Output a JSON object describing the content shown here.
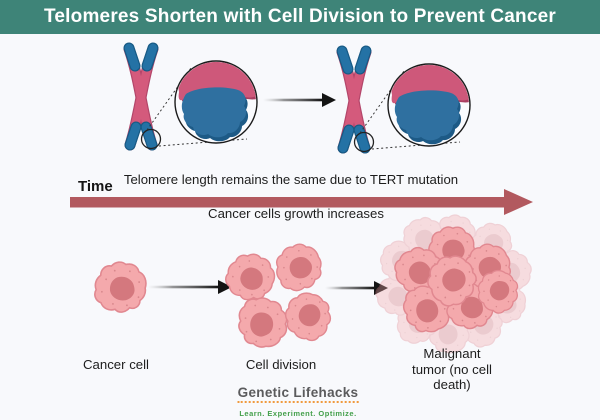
{
  "header": {
    "title": "Telomeres Shorten with Cell Division to Prevent Cancer"
  },
  "timeline": {
    "time_label": "Time",
    "caption_top": "Telomere length remains the same due to TERT mutation",
    "caption_bottom": "Cancer cells growth increases"
  },
  "stages": {
    "stage1_label": "Cancer cell",
    "stage2_label": "Cell division",
    "stage3_label": "Malignant tumor (no cell death)"
  },
  "branding": {
    "name": "Genetic Lifehacks",
    "tagline": "Learn. Experiment. Optimize."
  },
  "icons": {
    "chromosome": "chromosome-with-blue-telomere-caps",
    "magnifier": "telomere-zoom-circle",
    "arrow": "right-arrow"
  },
  "colors": {
    "banner_teal": "#3e8478",
    "time_arrow_red": "#b2595f",
    "chromosome_pink": "#d45a7c",
    "telomere_blue": "#2472a5",
    "cell_body_pink": "#f4a9ac",
    "cell_nucleus_pink": "#d4787e",
    "background": "#f8f9fc"
  }
}
